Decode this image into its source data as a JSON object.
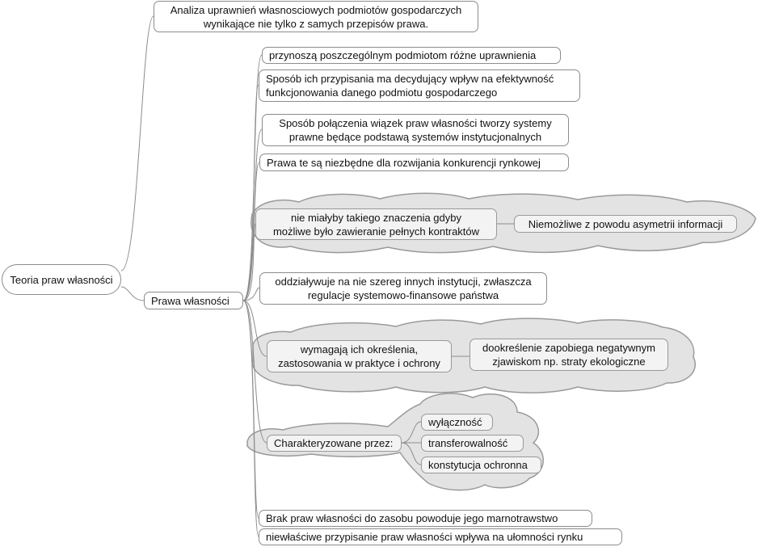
{
  "root": {
    "label": "Teoria praw własności"
  },
  "analysis": {
    "lines": [
      "Analiza uprawnień własnosciowych podmiotów gospodarczych",
      "wynikające nie tylko z samych przepisów prawa."
    ]
  },
  "hub": {
    "label": "Prawa własności"
  },
  "branches": {
    "b1": {
      "lines": [
        "przynoszą poszczególnym podmiotom różne uprawnienia"
      ]
    },
    "b2": {
      "lines": [
        "Sposób ich przypisania ma decydujący wpływ na efektywność",
        "funkcjonowania danego podmiotu gospodarczego"
      ]
    },
    "b3": {
      "lines": [
        "Sposób połączenia wiązek praw własności  tworzy systemy",
        "prawne będące podstawą systemów instytucjonalnych"
      ]
    },
    "b4": {
      "lines": [
        "Prawa te są niezbędne dla rozwijania konkurencji rynkowej"
      ]
    },
    "b5": {
      "lines": [
        "nie miałyby takiego znaczenia gdyby",
        "możliwe było zawieranie pełnych kontraktów"
      ]
    },
    "b5sub": {
      "lines": [
        "Niemożliwe z powodu asymetrii informacji"
      ]
    },
    "b6": {
      "lines": [
        "oddziaływuje na nie szereg innych instytucji, zwłaszcza",
        "regulacje systemowo-finansowe państwa"
      ]
    },
    "b7": {
      "lines": [
        "wymagają ich określenia,",
        "zastosowania w praktyce i ochrony"
      ]
    },
    "b7sub": {
      "lines": [
        "dookreślenie zapobiega negatywnym",
        "zjawiskom np. straty ekologiczne"
      ]
    },
    "b8": {
      "lines": [
        "Charakteryzowane przez:"
      ]
    },
    "b8sub1": {
      "lines": [
        "wyłączność"
      ]
    },
    "b8sub2": {
      "lines": [
        "transferowalność"
      ]
    },
    "b8sub3": {
      "lines": [
        "konstytucja ochronna"
      ]
    },
    "b9": {
      "lines": [
        "Brak praw własności do zasobu powoduje jego marnotrawstwo"
      ]
    },
    "b10": {
      "lines": [
        "niewłaściwe przypisanie praw własności wpływa na ułomności rynku"
      ]
    }
  },
  "colors": {
    "line": "#8c8c8c",
    "cloud_fill": "#e3e3e3",
    "cloud_stroke": "#9a9a9a",
    "node_border": "#8c8c8c"
  }
}
